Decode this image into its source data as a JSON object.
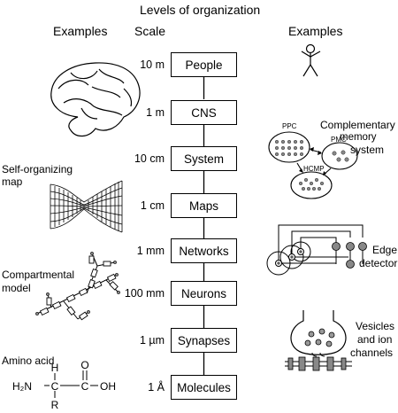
{
  "title": "Levels of organization",
  "headers": {
    "examples_left": "Examples",
    "scale": "Scale",
    "examples_right": "Examples"
  },
  "levels": [
    {
      "scale": "10 m",
      "name": "People"
    },
    {
      "scale": "1 m",
      "name": "CNS"
    },
    {
      "scale": "10 cm",
      "name": "System"
    },
    {
      "scale": "1 cm",
      "name": "Maps"
    },
    {
      "scale": "1 mm",
      "name": "Networks"
    },
    {
      "scale": "100 mm",
      "name": "Neurons"
    },
    {
      "scale": "1 µm",
      "name": "Synapses"
    },
    {
      "scale": "1 Å",
      "name": "Molecules"
    }
  ],
  "left_examples": {
    "map": [
      "Self-organizing",
      "map"
    ],
    "compartmental": [
      "Compartmental",
      "model"
    ],
    "amino": "Amino acid",
    "amino_formula": {
      "h": "H",
      "h2n": "H₂N",
      "c1": "C",
      "c2": "C",
      "oh": "OH",
      "o": "O",
      "r": "R"
    }
  },
  "right_examples": {
    "memory": [
      "Complementary",
      "memory",
      "system"
    ],
    "memory_nodes": {
      "ppc": "PPC",
      "pmc": "PMC",
      "hcmp": "HCMP"
    },
    "edge": [
      "Edge",
      "detector"
    ],
    "vesicles": [
      "Vesicles",
      "and ion",
      "channels"
    ]
  },
  "icons": [
    "stick-figure-icon",
    "brain-icon",
    "self-organizing-map-icon",
    "compartmental-neuron-icon",
    "memory-system-icon",
    "edge-detector-icon",
    "synapse-icon"
  ]
}
